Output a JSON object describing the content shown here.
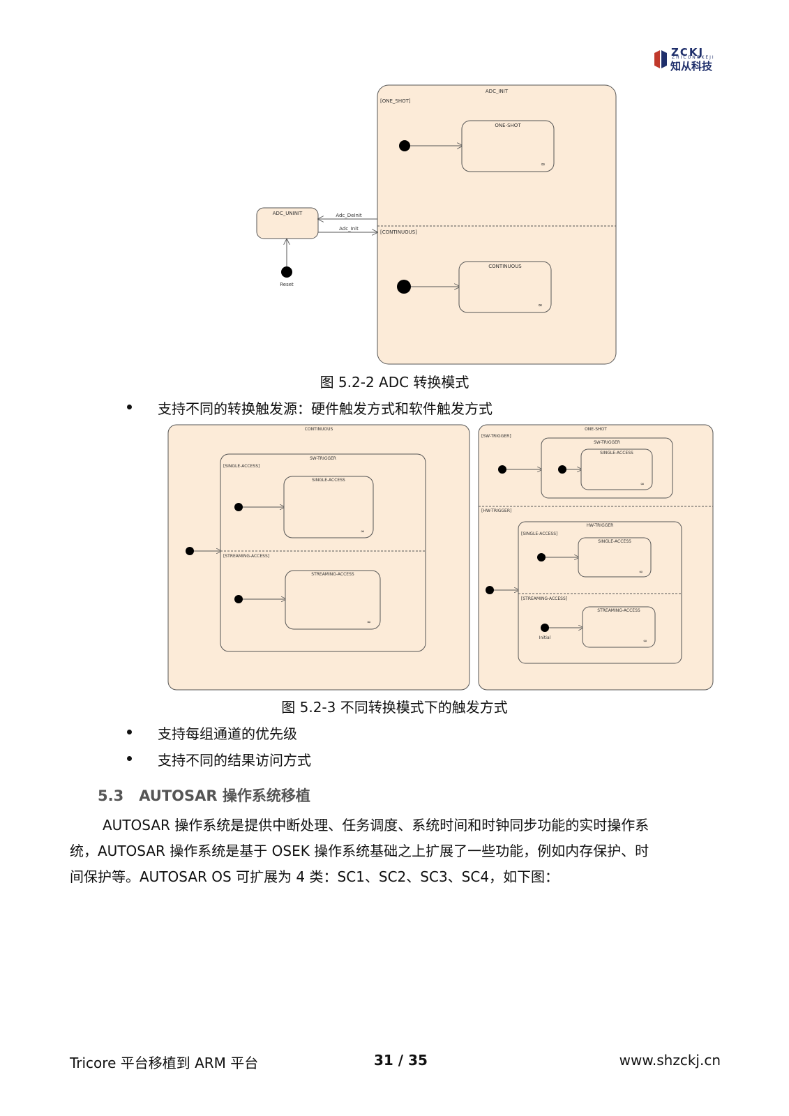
{
  "header": {
    "logo_en": "ZCKJ",
    "logo_sub": "ZHICONGKEJI",
    "logo_zh": "知从科技"
  },
  "figure1": {
    "outer_title": "ADC_INIT",
    "region1_guard": "[ONE_SHOT]",
    "region1_state": "ONE-SHOT",
    "region2_guard": "[CONTINUOUS]",
    "region2_state": "CONTINUOUS",
    "uninit_state": "ADC_UNINIT",
    "deinit_label": "Adc_DeInit",
    "init_label": "Adc_Init",
    "reset_label": "Reset",
    "caption": "图 5.2-2 ADC 转换模式"
  },
  "bullet1": "支持不同的转换触发源：硬件触发方式和软件触发方式",
  "figure2": {
    "left_title": "CONTINUOUS",
    "left_sw_title": "SW-TRIGGER",
    "left_guard1": "[SINGLE-ACCESS]",
    "left_state1": "SINGLE-ACCESS",
    "left_guard2": "[STREAMING-ACCESS]",
    "left_state2": "STREAMING-ACCESS",
    "right_title": "ONE-SHOT",
    "right_guard_sw": "[SW-TRIGGER]",
    "right_sw_title": "SW-TRIGGER",
    "right_sw_state": "SINGLE-ACCESS",
    "right_guard_hw": "[HW-TRIGGER]",
    "right_hw_title": "HW-TRIGGER",
    "right_hw_guard1": "[SINGLE-ACCESS]",
    "right_hw_state1": "SINGLE-ACCESS",
    "right_hw_guard2": "[STREAMING-ACCESS]",
    "right_hw_state2": "STREAMING-ACCESS",
    "initial_label": "Initial",
    "caption": "图 5.2-3 不同转换模式下的触发方式"
  },
  "bullet2": "支持每组通道的优先级",
  "bullet3": "支持不同的结果访问方式",
  "section": {
    "number": "5.3",
    "title": "AUTOSAR 操作系统移植"
  },
  "paragraph": {
    "line1": "AUTOSAR 操作系统是提供中断处理、任务调度、系统时间和时钟同步功能的实时操作系",
    "line2": "统，AUTOSAR 操作系统是基于 OSEK 操作系统基础之上扩展了一些功能，例如内存保护、时",
    "line3": "间保护等。AUTOSAR OS 可扩展为 4 类：SC1、SC2、SC3、SC4，如下图："
  },
  "footer": {
    "left": "Tricore 平台移植到 ARM 平台",
    "page": "31 / 35",
    "right": "www.shzckj.cn"
  },
  "colors": {
    "state_fill": "#fcebd8",
    "stroke": "#555555",
    "logo": "#1f2f6b",
    "section": "#555555"
  }
}
